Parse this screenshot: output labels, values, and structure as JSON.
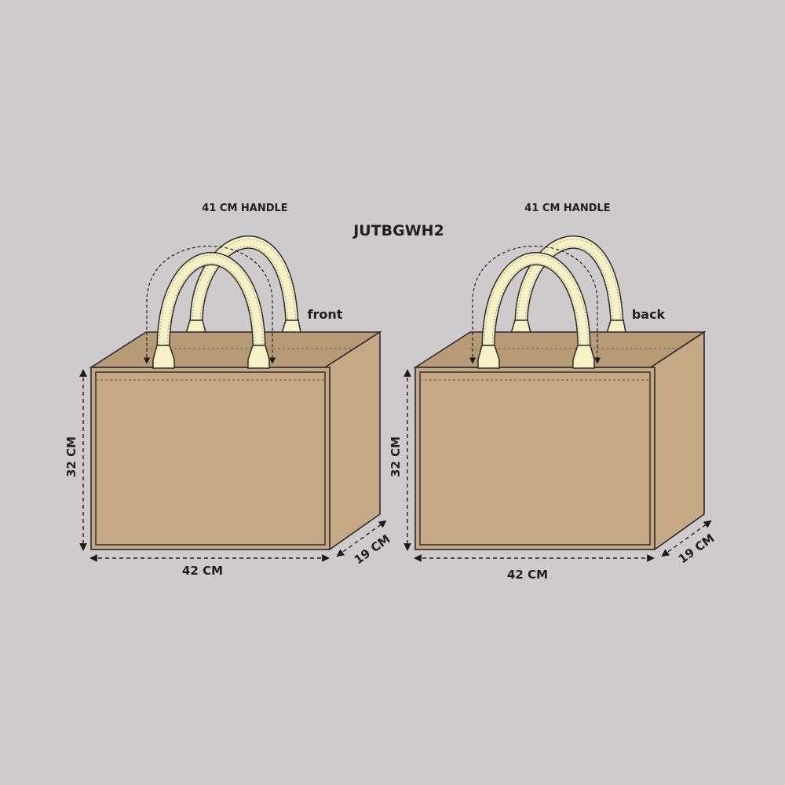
{
  "diagram": {
    "product_code": "JUTBGWH2",
    "bags": [
      {
        "view_label": "front",
        "handle_label": "41 CM HANDLE",
        "height_label": "32 CM",
        "width_label": "42 CM",
        "depth_label": "19 CM"
      },
      {
        "view_label": "back",
        "handle_label": "41 CM HANDLE",
        "height_label": "32 CM",
        "width_label": "42 CM",
        "depth_label": "19 CM"
      }
    ],
    "colors": {
      "background": "#cdcbcc",
      "jute": "#c4a984",
      "handle": "#f7f1c6",
      "outline": "#2b2b2b"
    }
  }
}
